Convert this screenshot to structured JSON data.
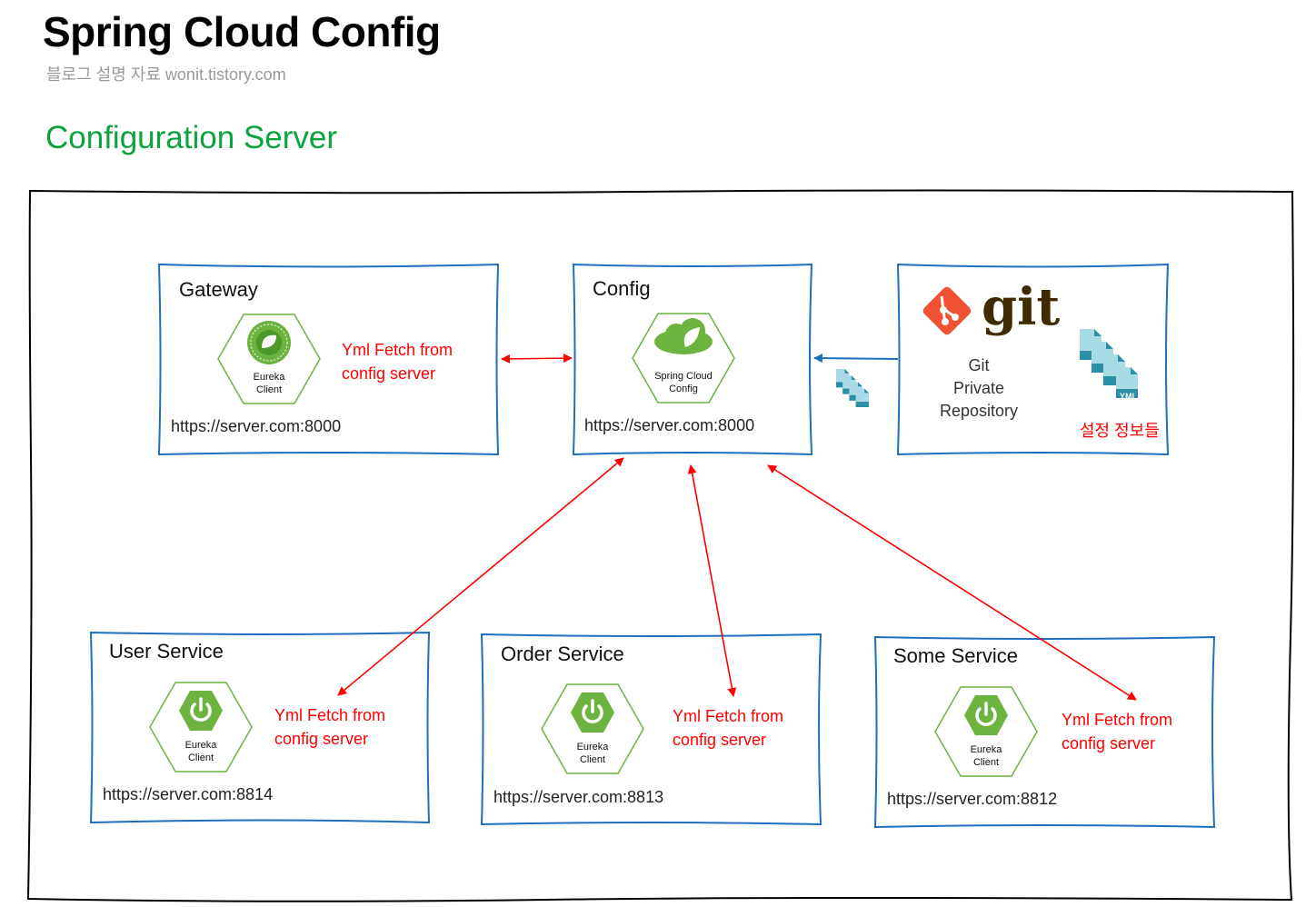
{
  "header": {
    "title": "Spring Cloud Config",
    "subtitle": "블로그 설명 자료 wonit.tistory.com",
    "section": "Configuration Server"
  },
  "colors": {
    "box_border": "#1f6fbf",
    "arrow_red": "#ff0000",
    "arrow_blue": "#1f6fbf",
    "spring_green": "#6db33f",
    "section_green": "#0aa33c",
    "git_orange": "#f05133"
  },
  "boxes": {
    "gateway": {
      "title": "Gateway",
      "hex_line1": "Eureka",
      "hex_line2": "Client",
      "icon": "spring-leaf-icon",
      "note_line1": "Yml Fetch from",
      "note_line2": "config server",
      "url": "https://server.com:8000"
    },
    "config": {
      "title": "Config",
      "hex_line1": "Spring Cloud",
      "hex_line2": "Config",
      "icon": "spring-cloud-icon",
      "url": "https://server.com:8000"
    },
    "git": {
      "logo_text": "git",
      "label_line1": "Git",
      "label_line2": "Private",
      "label_line3": "Repository",
      "files_label": "설정 정보들",
      "file_badge": "YML"
    },
    "user": {
      "title": "User Service",
      "hex_line1": "Eureka",
      "hex_line2": "Client",
      "icon": "spring-boot-power-icon",
      "note_line1": "Yml Fetch from",
      "note_line2": "config server",
      "url": "https://server.com:8814"
    },
    "order": {
      "title": "Order Service",
      "hex_line1": "Eureka",
      "hex_line2": "Client",
      "icon": "spring-boot-power-icon",
      "note_line1": "Yml Fetch from",
      "note_line2": "config server",
      "url": "https://server.com:8813"
    },
    "some": {
      "title": "Some Service",
      "hex_line1": "Eureka",
      "hex_line2": "Client",
      "icon": "spring-boot-power-icon",
      "note_line1": "Yml Fetch from",
      "note_line2": "config server",
      "url": "https://server.com:8812"
    }
  }
}
